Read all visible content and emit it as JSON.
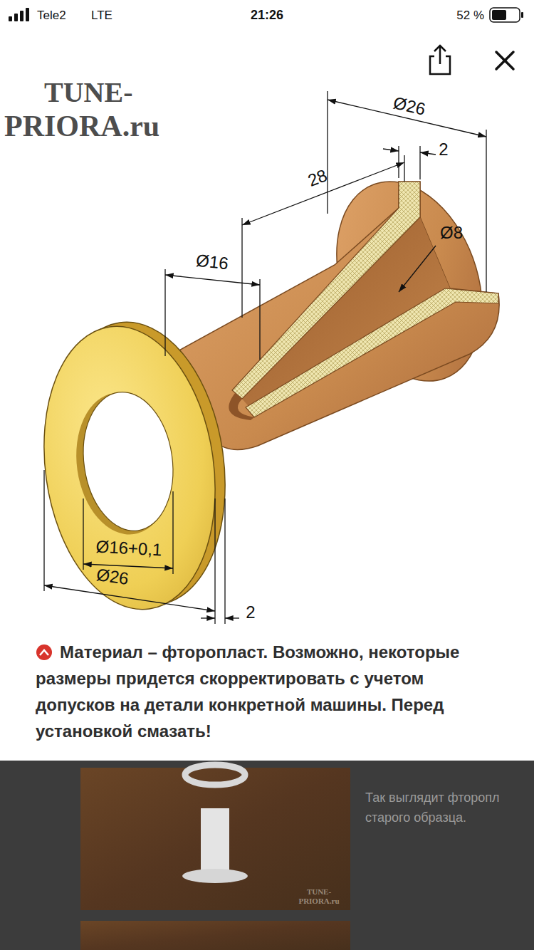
{
  "diagram": {
    "caption": "Материал – фторопласт. Возможно, некоторые размеры придется скорректировать с учетом допусков на детали конкретной машины. Перед установкой смазать!",
    "labels": [
      "Tele2",
      "LTE",
      "21:26",
      "52 %",
      "TUNE-",
      "PRIORA.ru",
      "Ø26",
      "2",
      "28",
      "Ø8",
      "Ø16",
      "Ø16+0,1",
      "Ø26",
      "2",
      "Так выглядит фторопл старого образца.",
      "TUNE-",
      "PRIORA.ru"
    ]
  }
}
